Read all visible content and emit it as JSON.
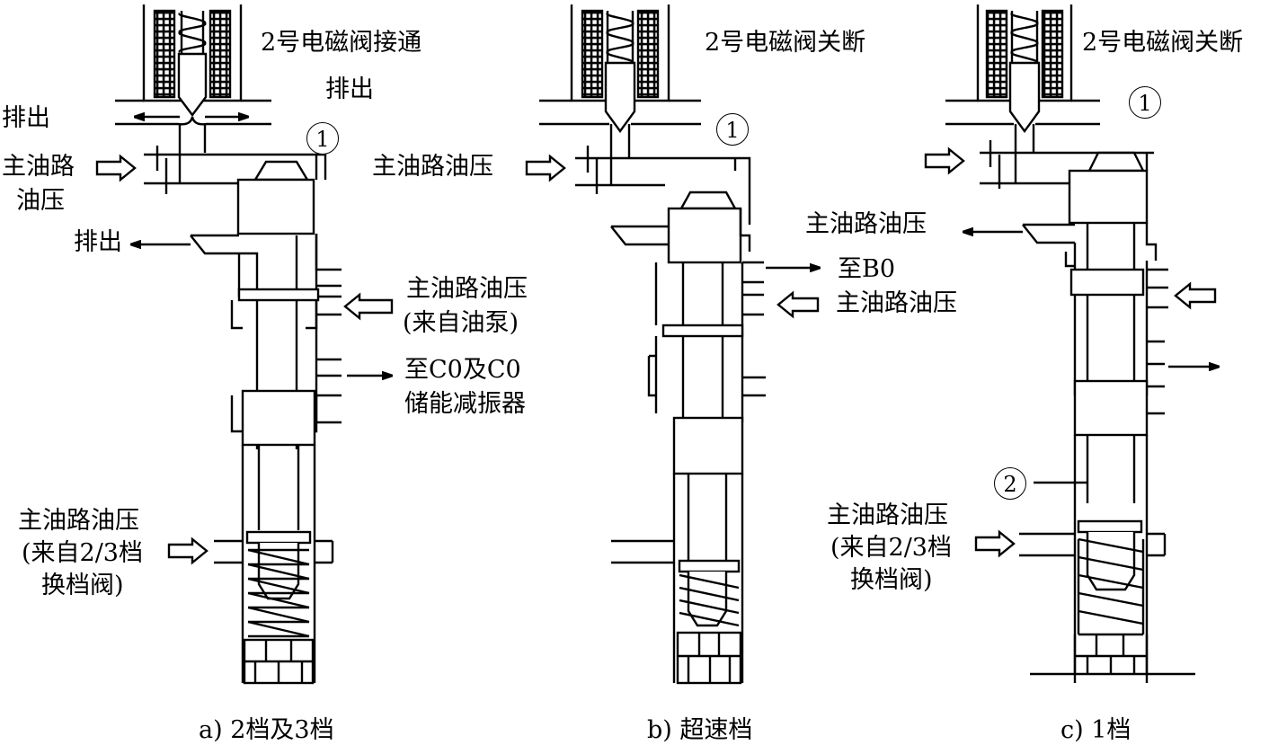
{
  "panel_a": {
    "solenoid_state": "2号电磁阀接通",
    "exhaust_top_right": "排出",
    "exhaust_left": "排出",
    "line_pressure_left_1": "主油路",
    "line_pressure_left_2": "油压",
    "exhaust_mid_left": "排出",
    "line_pressure_pump_1": "主油路油压",
    "line_pressure_pump_2": "(来自油泵)",
    "to_c0_1": "至C0及C0",
    "to_c0_2": "储能减振器",
    "line_pressure_23_1": "主油路油压",
    "line_pressure_23_2": "(来自2/3档",
    "line_pressure_23_3": "换档阀)",
    "marker_1": "1",
    "caption": "a) 2档及3档"
  },
  "panel_b": {
    "solenoid_state": "2号电磁阀关断",
    "line_pressure_left": "主油路油压",
    "to_b0": "至B0",
    "line_pressure_right": "主油路油压",
    "marker_1": "1",
    "caption": "b) 超速档"
  },
  "panel_c": {
    "solenoid_state": "2号电磁阀关断",
    "line_pressure_left": "主油路油压",
    "line_pressure_23_1": "主油路油压",
    "line_pressure_23_2": "(来自2/3档",
    "line_pressure_23_3": "换档阀)",
    "marker_1": "1",
    "marker_2": "2",
    "caption": "c) 1档"
  }
}
